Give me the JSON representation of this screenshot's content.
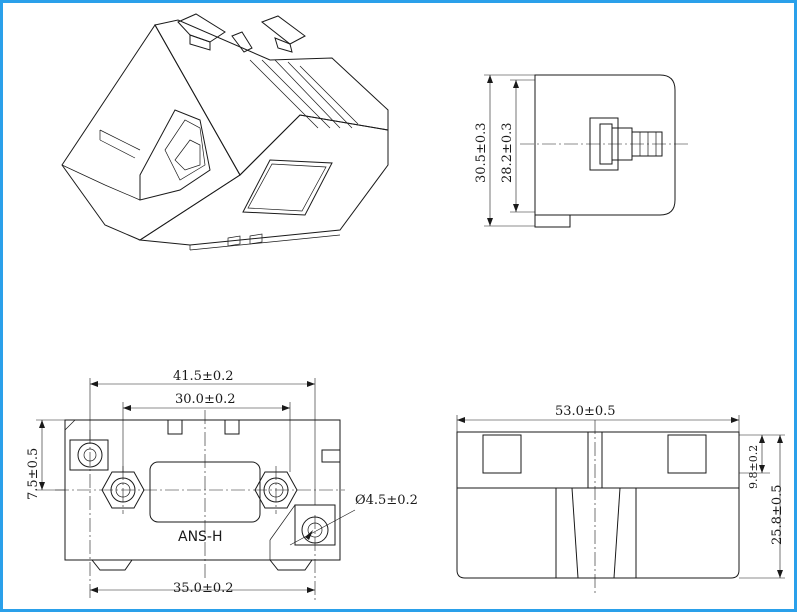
{
  "dimensions": {
    "height_outer": "30.5±0.3",
    "height_inner": "28.2±0.3",
    "width_top": "41.5±0.2",
    "pitch_terminals": "30.0±0.2",
    "width_bottom": "35.0±0.2",
    "offset_hole": "7.5±0.5",
    "hole_diameter": "Ø4.5±0.2",
    "length_side": "53.0±0.5",
    "depth_small": "9.8±0.2",
    "height_side": "25.8±0.5"
  },
  "model_label": "ANS-H",
  "colors": {
    "border": "#2aa0ea",
    "line": "#1a1a1a",
    "paper": "#ffffff"
  }
}
